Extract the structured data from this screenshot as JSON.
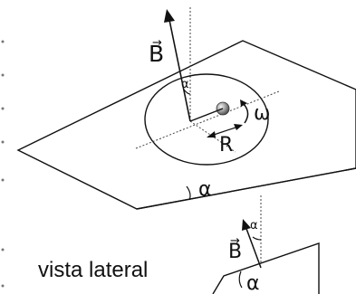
{
  "diagram": {
    "labels": {
      "field_main": "B",
      "angle_top": "α",
      "angular_velocity": "ω",
      "radius": "R",
      "angle_incline": "α",
      "side_view_caption": "vista lateral",
      "field_side": "B",
      "angle_side_top": "α",
      "angle_side_bottom": "α"
    },
    "colors": {
      "stroke": "#111111",
      "guide": "#444444",
      "sphere": "#9a9a9a"
    }
  }
}
